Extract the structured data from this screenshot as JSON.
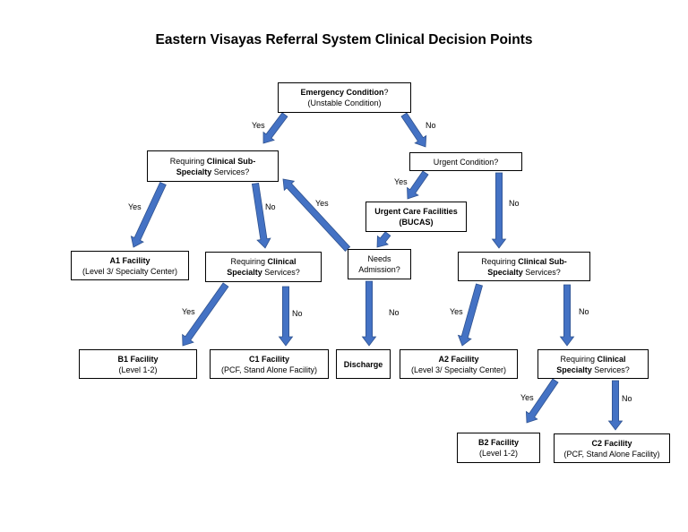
{
  "title": "Eastern Visayas Referral System Clinical Decision Points",
  "colors": {
    "arrow_fill": "#4472C4",
    "arrow_stroke": "#2F528F",
    "box_border": "#000000"
  },
  "nodes": {
    "emergency": {
      "l1a": "Emergency Condition",
      "l1b": "?",
      "l2": "(Unstable Condition)"
    },
    "subspec1": {
      "l1a": "Requiring ",
      "l1b": "Clinical Sub-",
      "l2a": "Specialty",
      "l2b": " Services?"
    },
    "urgent": {
      "l1": "Urgent Condition?"
    },
    "ucf": {
      "l1": "Urgent Care Facilities",
      "l2": "(BUCAS)"
    },
    "a1": {
      "l1": "A1 Facility",
      "l2": "(Level 3/ Specialty Center)"
    },
    "spec1": {
      "l1a": "Requiring ",
      "l1b": "Clinical",
      "l2a": "Specialty",
      "l2b": " Services?"
    },
    "admission": {
      "l1": "Needs",
      "l2": "Admission?"
    },
    "subspec2": {
      "l1a": "Requiring ",
      "l1b": "Clinical Sub-",
      "l2a": "Specialty",
      "l2b": " Services?"
    },
    "b1": {
      "l1": "B1 Facility",
      "l2": "(Level 1-2)"
    },
    "c1": {
      "l1": "C1 Facility",
      "l2": "(PCF, Stand Alone Facility)"
    },
    "discharge": {
      "l1": "Discharge"
    },
    "a2": {
      "l1": "A2 Facility",
      "l2": "(Level 3/ Specialty Center)"
    },
    "spec2": {
      "l1a": "Requiring ",
      "l1b": "Clinical",
      "l2a": "Specialty",
      "l2b": " Services?"
    },
    "b2": {
      "l1": "B2 Facility",
      "l2": "(Level 1-2)"
    },
    "c2": {
      "l1": "C2 Facility",
      "l2": "(PCF, Stand Alone Facility)"
    }
  },
  "labels": {
    "yes_emergency": "Yes",
    "no_emergency": "No",
    "yes_urgent": "Yes",
    "no_urgent": "No",
    "yes_subspec1": "Yes",
    "no_subspec1": "No",
    "yes_admission": "Yes",
    "no_admission": "No",
    "yes_spec1": "Yes",
    "no_spec1": "No",
    "yes_subspec2": "Yes",
    "no_subspec2": "No",
    "yes_spec2": "Yes",
    "no_spec2": "No"
  }
}
